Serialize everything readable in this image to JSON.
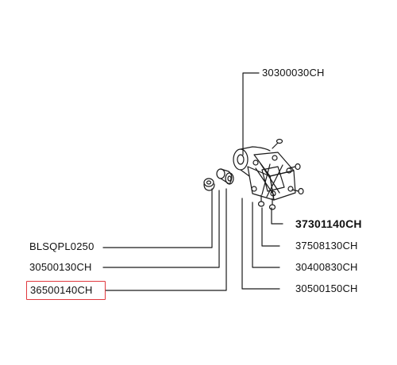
{
  "diagram": {
    "part_numbers": {
      "top": "30300030CH",
      "right_1": "37301140CH",
      "right_2": "37508130CH",
      "right_3": "30400830CH",
      "right_4": "30500150CH",
      "left_1": "BLSQPL0250",
      "left_2": "30500130CH",
      "left_3": "36500140CH"
    },
    "highlighted_part": "36500140CH",
    "colors": {
      "line": "#1a1a1a",
      "highlight": "#e0393e",
      "background": "#ffffff"
    }
  }
}
